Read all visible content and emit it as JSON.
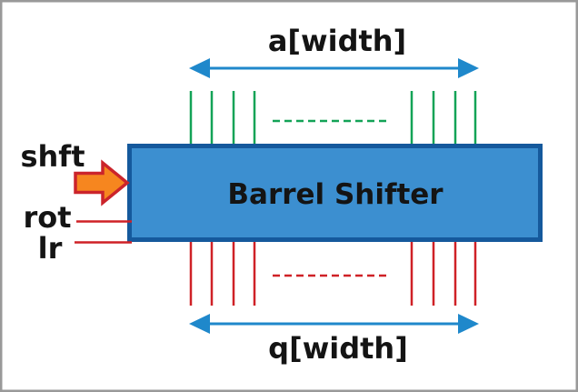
{
  "block": {
    "label": "Barrel Shifter"
  },
  "buses": {
    "input": {
      "label": "a[width]",
      "lines_left_group": 4,
      "lines_right_group": 4,
      "continuation": "dashed",
      "direction": "into-top"
    },
    "output": {
      "label": "q[width]",
      "lines_left_group": 4,
      "lines_right_group": 4,
      "continuation": "dashed",
      "direction": "out-of-bottom"
    }
  },
  "control_signals": [
    {
      "label": "shft",
      "indicator": "block-arrow"
    },
    {
      "label": "rot",
      "indicator": "line"
    },
    {
      "label": "lr",
      "indicator": "line"
    }
  ],
  "colors": {
    "background": "#ffffff",
    "frame": "#999999",
    "box_fill": "#3c8fd0",
    "box_border": "#15599c",
    "arrow_blue": "#1f88cb",
    "bus_green": "#13a357",
    "bus_red": "#cf2127",
    "block_arrow_fill": "#f6861f",
    "block_arrow_border": "#cb242b",
    "text_dark": "#141414"
  }
}
